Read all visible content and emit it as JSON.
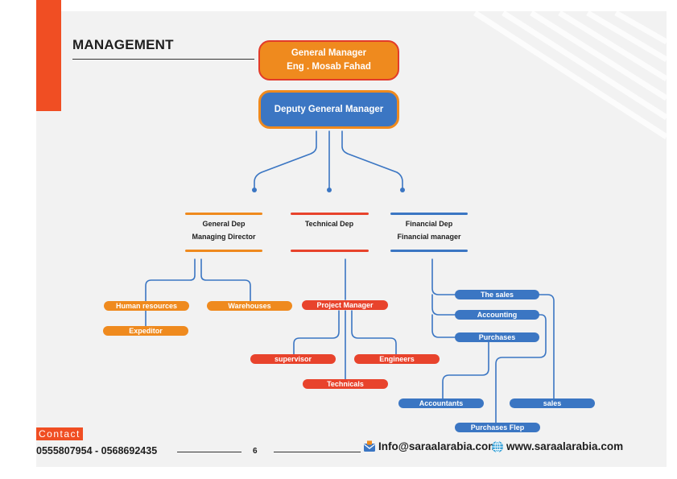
{
  "page_title": "MANAGEMENT",
  "general_manager": {
    "role": "General Manager",
    "name": "Eng . Mosab Fahad"
  },
  "deputy": {
    "label": "Deputy General Manager"
  },
  "departments": {
    "general": {
      "line1": "General Dep",
      "line2": "Managing Director"
    },
    "technical": {
      "line1": "Technical Dep"
    },
    "financial": {
      "line1": "Financial Dep",
      "line2": "Financial manager"
    }
  },
  "general_units": {
    "human_resources": "Human resources",
    "warehouses": "Warehouses",
    "expeditor": "Expeditor"
  },
  "technical_units": {
    "project_manager": "Project Manager",
    "supervisor": "supervisor",
    "engineers": "Engineers",
    "technicals": "Technicals"
  },
  "financial_units": {
    "the_sales": "The sales",
    "accounting": "Accounting",
    "purchases": "Purchases",
    "accountants": "Accountants",
    "sales": "sales",
    "purchases_flep": "Purchases Flep"
  },
  "footer": {
    "contact_label": "Contact",
    "phones": "0555807954 - 0568692435",
    "page_number": "6",
    "email": "Info@saraalarabia.com",
    "website": "www.saraalarabia.com"
  },
  "colors": {
    "orange": "#ef8a1e",
    "red": "#e8432c",
    "blue": "#3b76c3",
    "accent_red": "#f04e23"
  },
  "icons": {
    "email": "envelope-icon",
    "website": "globe-icon"
  }
}
